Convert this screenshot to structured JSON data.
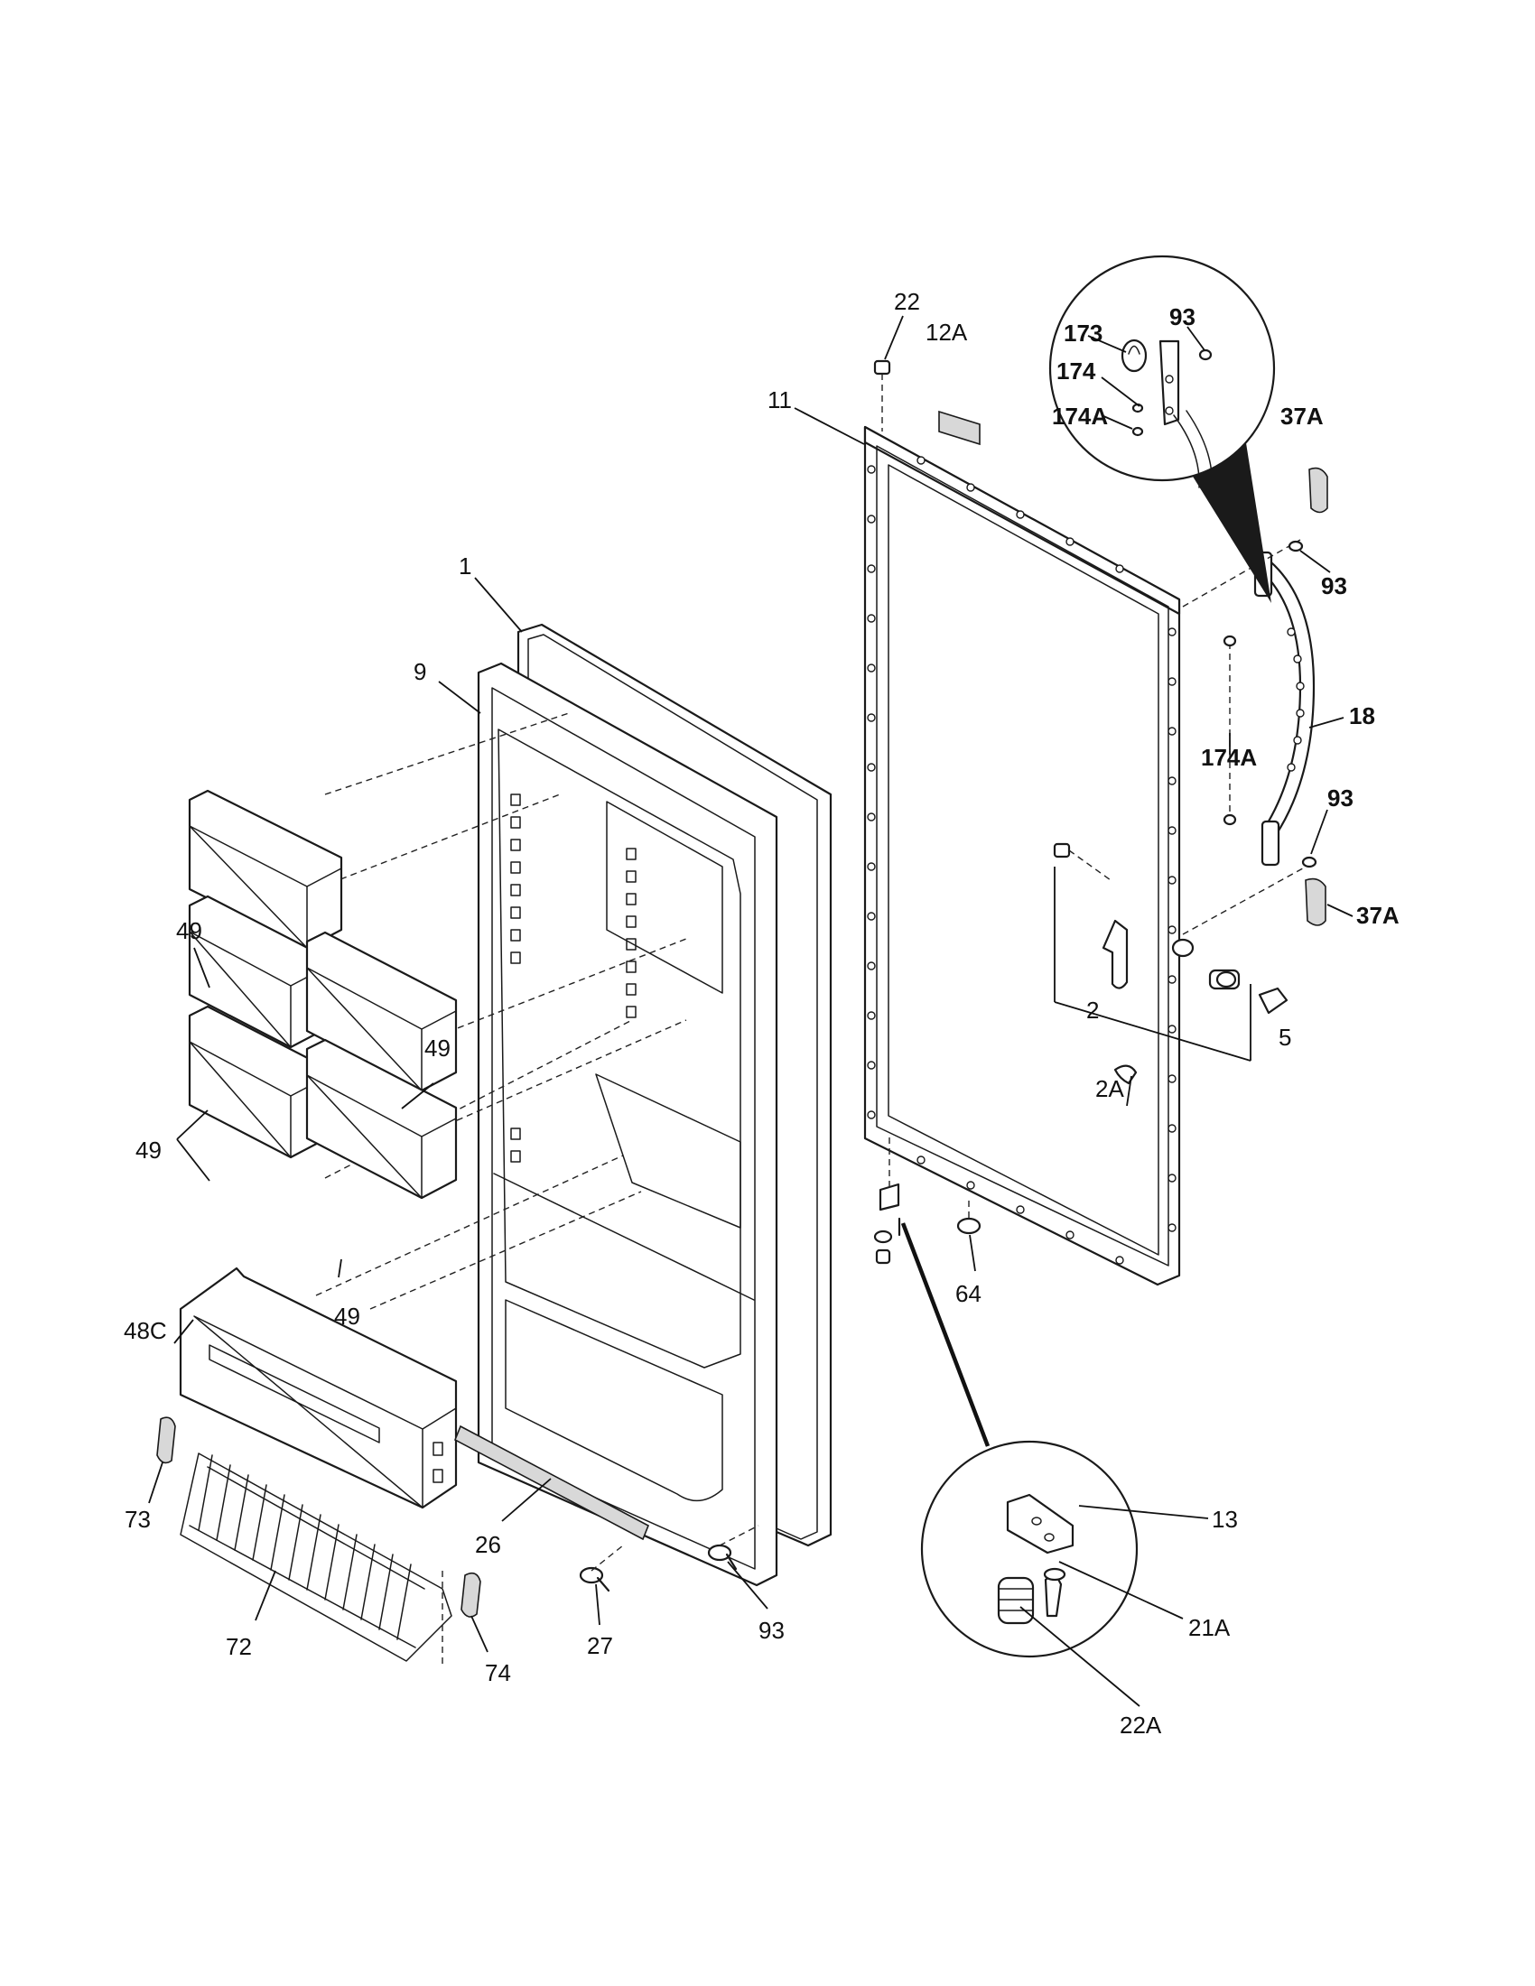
{
  "callouts": {
    "c1": "1",
    "c9": "9",
    "c11": "11",
    "c12A": "12A",
    "c22": "22",
    "c173": "173",
    "c93_top": "93",
    "c174": "174",
    "c174A_top": "174A",
    "c37A_top": "37A",
    "c93_right1": "93",
    "c18": "18",
    "c174A_mid": "174A",
    "c93_right2": "93",
    "c37A_mid": "37A",
    "c2": "2",
    "c5": "5",
    "c2A": "2A",
    "c49_a": "49",
    "c49_b": "49",
    "c49_c": "49",
    "c49_d": "49",
    "c48C": "48C",
    "c64": "64",
    "c73": "73",
    "c72": "72",
    "c26": "26",
    "c27": "27",
    "c93_bottom": "93",
    "c74": "74",
    "c13": "13",
    "c21A": "21A",
    "c22A": "22A"
  }
}
